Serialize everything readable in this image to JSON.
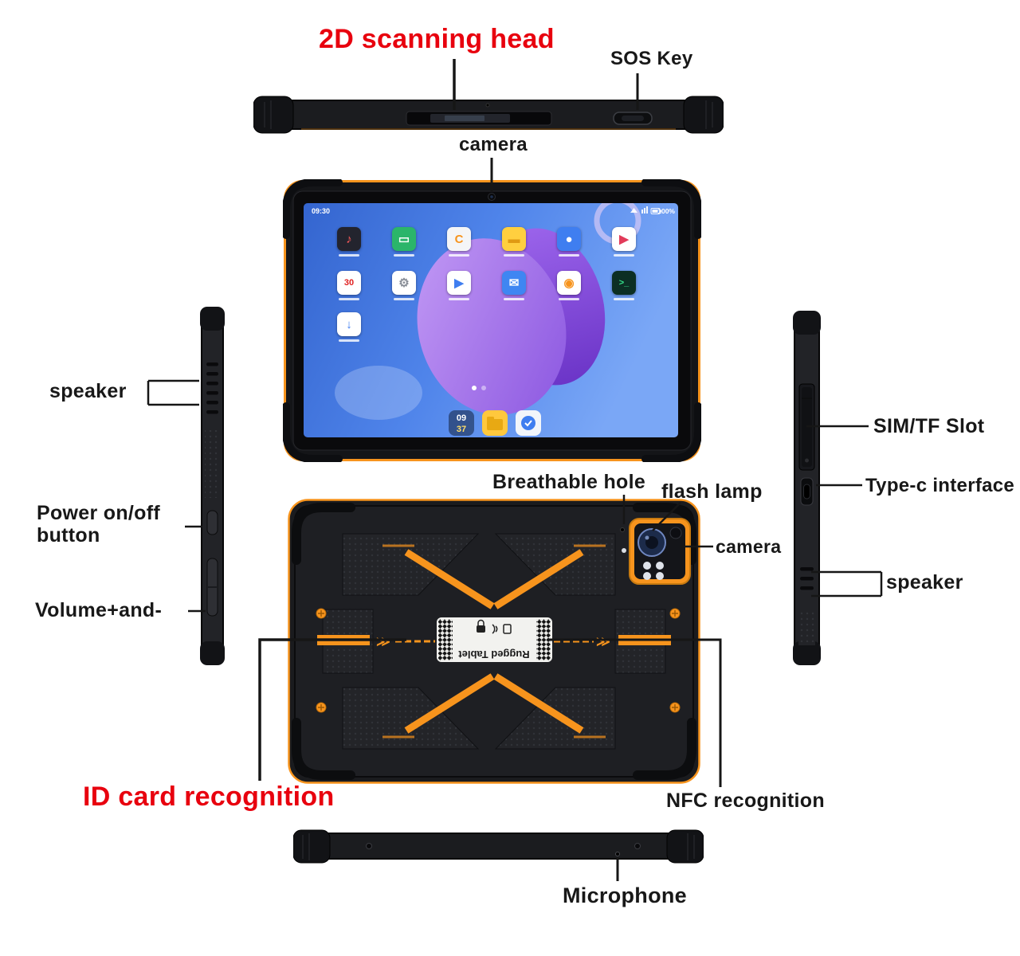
{
  "colors": {
    "accent_orange": "#f7941d",
    "label_red": "#e8000e",
    "label_black": "#181818"
  },
  "callouts": {
    "scanning_head": "2D scanning head",
    "sos_key": "SOS Key",
    "camera_front": "camera",
    "speaker_left": "speaker",
    "power_button": "Power on/off button",
    "volume": "Volume+and-",
    "sim_tf_slot": "SIM/TF Slot",
    "type_c": "Type-c interface",
    "speaker_right": "speaker",
    "breathable_hole": "Breathable hole",
    "flash_lamp": "flash lamp",
    "camera_rear": "camera",
    "id_card": "ID card recognition",
    "nfc": "NFC recognition",
    "microphone": "Microphone"
  },
  "screen": {
    "status_time": "09:30",
    "battery": "100%",
    "dock_hour": "09",
    "dock_min": "37",
    "apps": [
      {
        "name": "voice-memos",
        "row": 0,
        "col": 0,
        "bg": "#23242e",
        "glyph": "♪",
        "glyph_color": "#ff5a5a"
      },
      {
        "name": "screen-projection",
        "row": 0,
        "col": 1,
        "bg": "#2bb56a",
        "glyph": "▭",
        "glyph_color": "#ffffff"
      },
      {
        "name": "calculator",
        "row": 0,
        "col": 2,
        "bg": "#f4f5f7",
        "glyph": "C",
        "glyph_color": "#f7941d"
      },
      {
        "name": "files",
        "row": 0,
        "col": 3,
        "bg": "#ffcf3f",
        "glyph": "▬",
        "glyph_color": "#e09a12"
      },
      {
        "name": "app-store",
        "row": 0,
        "col": 4,
        "bg": "#3f7ef0",
        "glyph": "●",
        "glyph_color": "#ffffff"
      },
      {
        "name": "gallery",
        "row": 0,
        "col": 5,
        "bg": "#ffffff",
        "glyph": "▶",
        "glyph_color": "#e23b5a"
      },
      {
        "name": "calendar",
        "row": 1,
        "col": 0,
        "bg": "#ffffff",
        "glyph": "30",
        "glyph_color": "#e02020"
      },
      {
        "name": "settings",
        "row": 1,
        "col": 1,
        "bg": "#ffffff",
        "glyph": "⚙",
        "glyph_color": "#8a8f98"
      },
      {
        "name": "media-center",
        "row": 1,
        "col": 2,
        "bg": "#ffffff",
        "glyph": "▶",
        "glyph_color": "#3f7ef0"
      },
      {
        "name": "mail",
        "row": 1,
        "col": 3,
        "bg": "#3f86f2",
        "glyph": "✉",
        "glyph_color": "#ffffff"
      },
      {
        "name": "camera-app",
        "row": 1,
        "col": 4,
        "bg": "#ffffff",
        "glyph": "◉",
        "glyph_color": "#f7941d"
      },
      {
        "name": "terminal",
        "row": 1,
        "col": 5,
        "bg": "#0c2f24",
        "glyph": ">_",
        "glyph_color": "#35e08a"
      },
      {
        "name": "downloads",
        "row": 2,
        "col": 0,
        "bg": "#ffffff",
        "glyph": "↓",
        "glyph_color": "#3f7ef0"
      }
    ]
  },
  "back": {
    "plate_text": "Rugged Tablet"
  }
}
